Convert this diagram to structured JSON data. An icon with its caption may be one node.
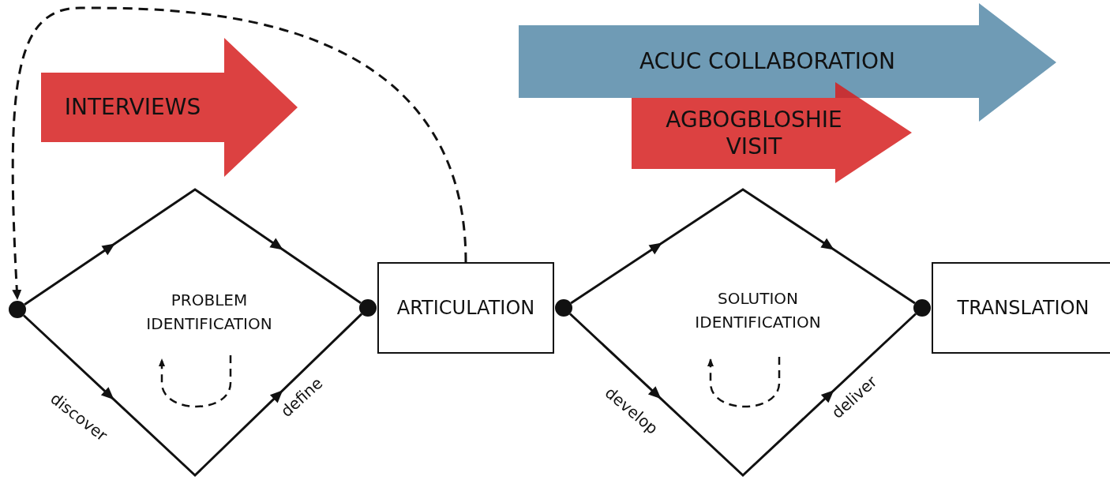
{
  "diagram": {
    "nodes": [
      {
        "text": [],
        "shape": "circle"
      },
      {
        "text": [
          "PROBLEM IDENTIFICATION"
        ]
      },
      {
        "text": [],
        "shape": "circle"
      },
      {
        "text": [
          "ARTICULATION"
        ]
      },
      {
        "text": [],
        "shape": "circle"
      },
      {
        "text": [
          "SOLUTION IDENTIFICATION"
        ]
      },
      {
        "text": [],
        "shape": "circle"
      },
      {
        "text": [
          "TRANSLATION"
        ]
      },
      {
        "text": [
          "INTERVIEWS"
        ]
      },
      {
        "text": [
          "ACUC COLLABORATION"
        ]
      },
      {
        "text": [
          "AGBOGBLOSHIE VISIT"
        ]
      }
    ],
    "edges": [
      {
        "from": 0,
        "to": 2,
        "arrow": "to"
      },
      {
        "from": 0,
        "to": 2,
        "arrow": "to"
      },
      {
        "from": 4,
        "to": 6,
        "arrow": "to"
      },
      {
        "from": 4,
        "to": 6,
        "arrow": "to"
      },
      {
        "from": 3,
        "to": 0,
        "arrow": "to",
        "style": "dashed"
      }
    ],
    "labels": [
      "discover",
      "define",
      "develop",
      "deliver"
    ]
  }
}
